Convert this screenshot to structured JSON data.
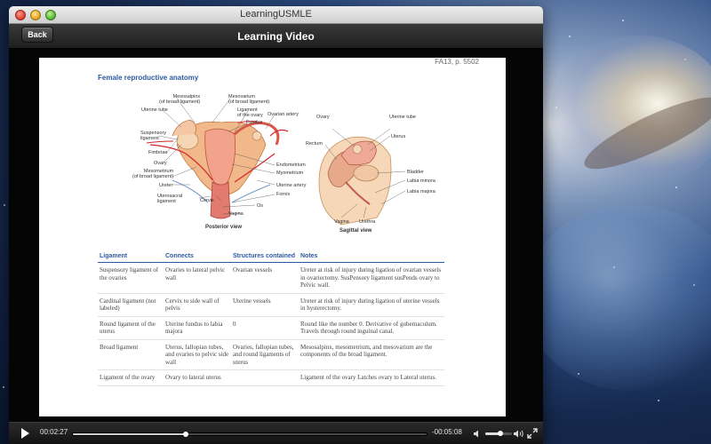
{
  "window": {
    "title": "LearningUSMLE"
  },
  "navbar": {
    "back_label": "Back",
    "title": "Learning Video"
  },
  "document": {
    "corner_text": "FA13, p. 5502",
    "heading": "Female reproductive anatomy",
    "posterior": {
      "caption": "Posterior view",
      "labels": {
        "mesosalpinx": "Mesosalpinx\n(of broad ligament)",
        "mesovarium": "Mesovarium\n(of broad ligament)",
        "uterine_tube": "Uterine tube",
        "ligament_ovary": "Ligament\nof the ovary",
        "ovarian_artery": "Ovarian artery",
        "suspensory": "Suspensory\nligament",
        "fundus": "Fundus",
        "fimbriae": "Fimbriae",
        "ovary": "Ovary",
        "mesometrium": "Mesometrium\n(of broad ligament)",
        "endometrium": "Endometrium",
        "myometrium": "Myometrium",
        "ureter": "Ureter",
        "uterine_artery": "Uterine artery",
        "uterosacral": "Uterosacral\nligament",
        "cervix": "Cervix",
        "fornix": "Fornix",
        "os": "Os",
        "vagina": "Vagina"
      }
    },
    "sagittal": {
      "caption": "Sagittal view",
      "labels": {
        "ovary": "Ovary",
        "uterine_tube": "Uterine tube",
        "rectum": "Rectum",
        "uterus": "Uterus",
        "bladder": "Bladder",
        "labia_minora": "Labia minora",
        "labia_majora": "Labia majora",
        "vagina": "Vagina",
        "urethra": "Urethra"
      }
    },
    "table": {
      "headers": [
        "Ligament",
        "Connects",
        "Structures contained",
        "Notes"
      ],
      "rows": [
        {
          "ligament": "Suspensory ligament of the ovaries",
          "connects": "Ovaries to lateral pelvic wall",
          "structures": "Ovarian vessels",
          "notes": "Ureter at risk of injury during ligation of ovarian vessels in ovariectomy. SusPensory ligament susPends ovary to Pelvic wall."
        },
        {
          "ligament": "Cardinal ligament (not labeled)",
          "connects": "Cervix to side wall of pelvis",
          "structures": "Uterine vessels",
          "notes": "Ureter at risk of injury during ligation of uterine vessels in hysterectomy."
        },
        {
          "ligament": "Round ligament of the uterus",
          "connects": "Uterine fundus to labia majora",
          "structures": "0",
          "notes": "Round like the number 0. Derivative of gubernaculum. Travels through round inguinal canal."
        },
        {
          "ligament": "Broad ligament",
          "connects": "Uterus, fallopian tubes, and ovaries to pelvic side wall",
          "structures": "Ovaries, fallopian tubes, and round ligaments of uterus",
          "notes": "Mesosalpinx, mesometrium, and mesovarium are the components of the broad ligament."
        },
        {
          "ligament": "Ligament of the ovary",
          "connects": "Ovary to lateral uterus",
          "structures": "",
          "notes": "Ligament of the ovary Latches ovary to Lateral uterus."
        }
      ]
    }
  },
  "player": {
    "current_time": "00:02:27",
    "remaining_time": "-00:05:08",
    "progress": 0.32,
    "volume": 0.55
  },
  "colors": {
    "accent": "#2c5aa0",
    "annotation": "#d6262a"
  }
}
